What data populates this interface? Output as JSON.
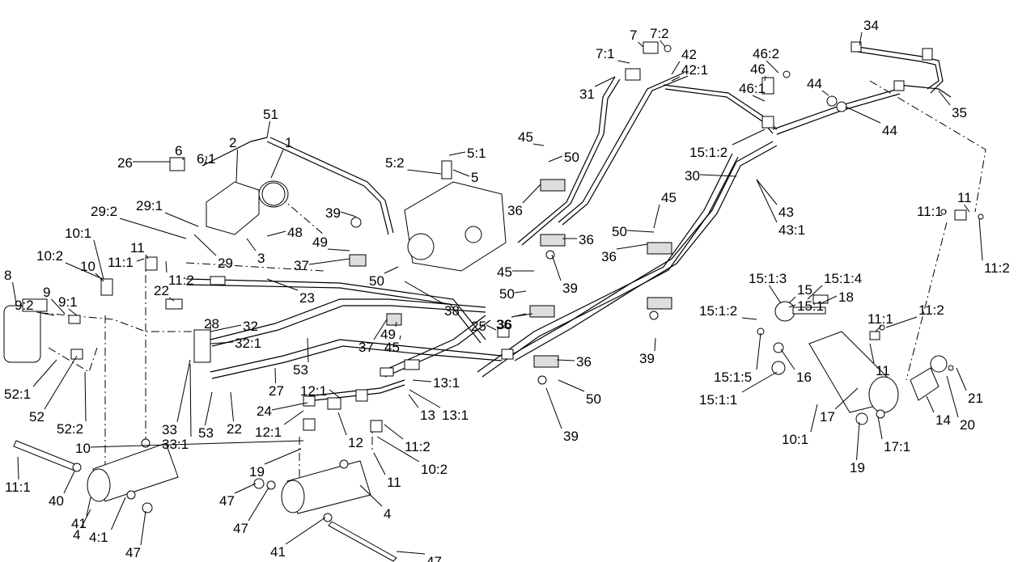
{
  "diagram": {
    "labels": [
      "34",
      "7",
      "7:2",
      "42",
      "42:1",
      "46:2",
      "7:1",
      "46",
      "46:1",
      "44",
      "35",
      "31",
      "44",
      "51",
      "45",
      "50",
      "15:1:2",
      "2",
      "1",
      "5:1",
      "5:2",
      "5",
      "30",
      "6",
      "6:1",
      "26",
      "29:2",
      "29:1",
      "36",
      "45",
      "11",
      "11:1",
      "39",
      "48",
      "43",
      "43:1",
      "11:2",
      "10:1",
      "49",
      "36",
      "50",
      "10:2",
      "29",
      "3",
      "37",
      "50",
      "36",
      "15",
      "15:1:3",
      "15:1:4",
      "11",
      "11:1",
      "11:2",
      "10",
      "22",
      "39",
      "15:1",
      "45",
      "8",
      "9:2",
      "9",
      "9:1",
      "23",
      "38",
      "50",
      "18",
      "15:1:2",
      "11:1",
      "11:2",
      "32",
      "25",
      "36",
      "28",
      "32:1",
      "37",
      "49",
      "45",
      "36",
      "39",
      "15:1:5",
      "16",
      "11",
      "53",
      "36",
      "52:1",
      "12:1",
      "13:1",
      "27",
      "15:1:1",
      "21",
      "52",
      "24",
      "13:1",
      "50",
      "17",
      "20",
      "14",
      "52:2",
      "12:1",
      "13",
      "33",
      "53",
      "22",
      "33:1",
      "12",
      "11:2",
      "10",
      "10:1",
      "17:1",
      "19",
      "39",
      "19",
      "10:2",
      "11",
      "11:1",
      "40",
      "47",
      "41",
      "4",
      "47",
      "4",
      "4:1",
      "47",
      "41",
      "47",
      "40"
    ]
  }
}
